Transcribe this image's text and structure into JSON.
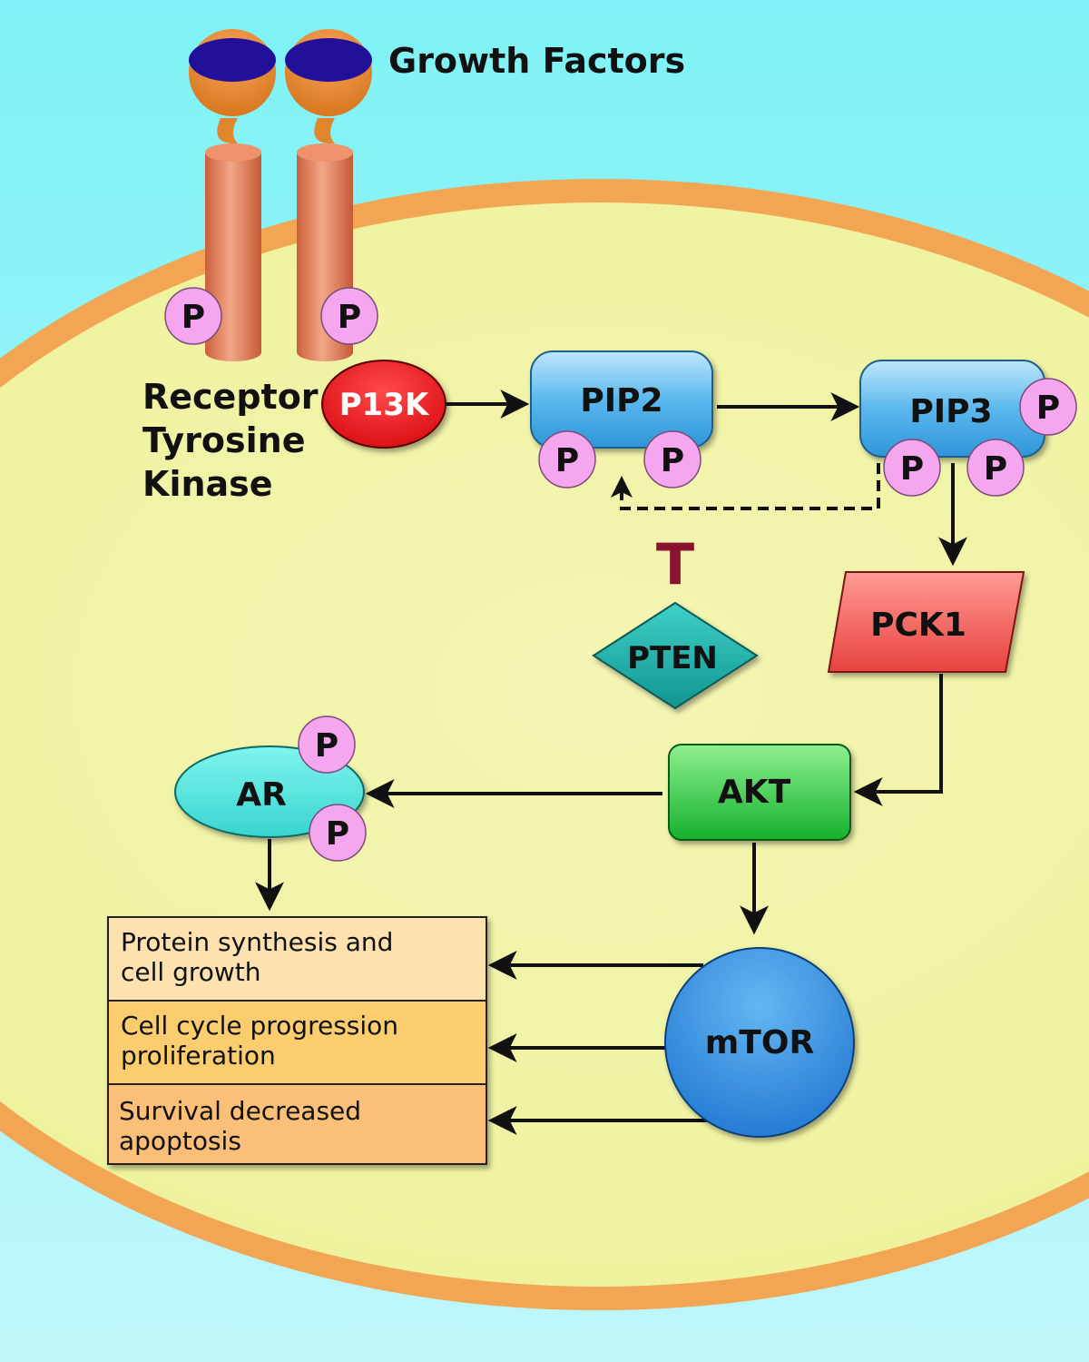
{
  "labels": {
    "growth_factors": "Growth Factors",
    "receptor_line1": "Receptor",
    "receptor_line2": "Tyrosine",
    "receptor_line3": "Kinase",
    "p13k": "P13K",
    "pip2": "PIP2",
    "pip3": "PIP3",
    "pten": "PTEN",
    "inhibit_mark": "T",
    "pck1": "PCK1",
    "akt": "AKT",
    "ar": "AR",
    "mtor": "mTOR",
    "phosphate": "P"
  },
  "outcomes": [
    {
      "line1": "Protein synthesis and",
      "line2": "cell growth"
    },
    {
      "line1": "Cell cycle progression",
      "line2": "proliferation"
    },
    {
      "line1": "Survival decreased",
      "line2": "apoptosis"
    }
  ],
  "colors": {
    "extracellular": "#8ff0f4",
    "cytoplasm": "#f1f3a8",
    "membrane": "#f2a552",
    "receptor": "#e0805a",
    "ligand_cap": "#23109a",
    "phosphate": "#f4a7ee",
    "p13k": "#e8171c",
    "pip": "#4fb0e8",
    "pten": "#1fb3ae",
    "pck1": "#f0605c",
    "akt": "#22c43b",
    "ar": "#5fe8e0",
    "mtor": "#2f8ee0",
    "outcome_1": "#fde2b0",
    "outcome_2": "#fbcd6e",
    "outcome_3": "#fbbf78",
    "inhibit_mark": "#8c1232"
  }
}
